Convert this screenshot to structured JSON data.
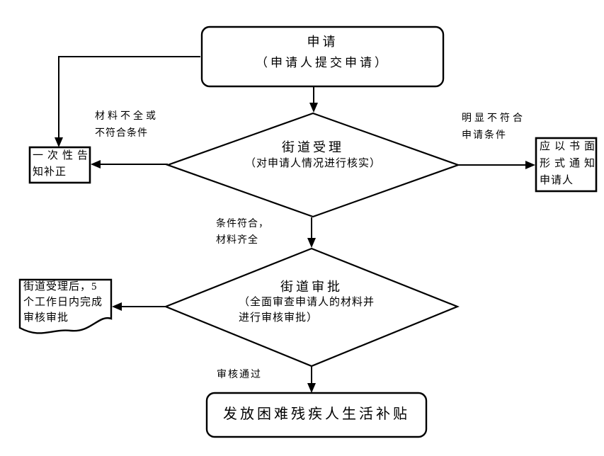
{
  "page": {
    "background_color": "#ffffff",
    "ink_color": "#000000",
    "type": "flowchart"
  },
  "nodes": {
    "apply": {
      "shape": "rounded-rect",
      "title": "申请",
      "subtitle": "（申请人提交申请）"
    },
    "street_accept": {
      "shape": "diamond",
      "title": "街道受理",
      "subtitle": "（对申请人情况进行核实）"
    },
    "notify_correction": {
      "shape": "rect",
      "lines": [
        "一次性告",
        "知补正"
      ]
    },
    "written_notice": {
      "shape": "rect",
      "lines": [
        "应以书面",
        "形式通知",
        "申请人"
      ]
    },
    "street_approve": {
      "shape": "diamond",
      "title": "街道审批",
      "subtitle_lines": [
        "（全面审查申请人的材料并",
        "进行审核审批）"
      ]
    },
    "deadline_note": {
      "shape": "document",
      "lines": [
        "街道受理后，5",
        "个工作日内完成",
        "审核审批"
      ]
    },
    "grant": {
      "shape": "rounded-rect",
      "title": "发放困难残疾人生活补贴"
    }
  },
  "edge_labels": {
    "incomplete": [
      "材料不全或",
      "不符合条件"
    ],
    "not_eligible": [
      "明显不符合",
      "申请条件"
    ],
    "eligible": [
      "条件符合，",
      "材料齐全"
    ],
    "approved": "审核通过"
  }
}
